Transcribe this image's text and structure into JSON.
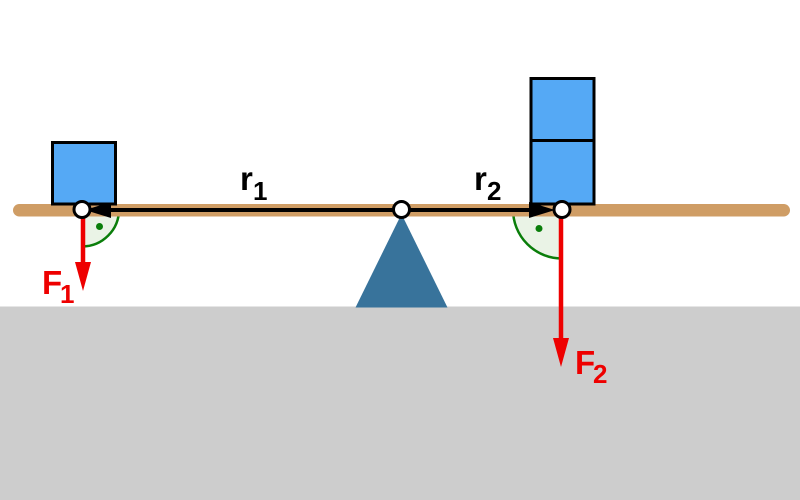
{
  "diagram": {
    "description": "Lever torque diagram with fulcrum, beam, two loads and force arrows",
    "labels": {
      "r1": {
        "base": "r",
        "sub": "1"
      },
      "r2": {
        "base": "r",
        "sub": "2"
      },
      "F1": {
        "base": "F",
        "sub": "1"
      },
      "F2": {
        "base": "F",
        "sub": "2"
      }
    },
    "colors": {
      "background": "#ffffff",
      "ground": "#cdcdcd",
      "beam": "#cf9d65",
      "block": "#55a9f5",
      "fulcrum": "#38739b",
      "force_arrow": "#ee0000",
      "lever_arm_arrow": "#000000",
      "angle_fill": "#eaf3e6",
      "angle_stroke": "#0a7e0a",
      "angle_dot": "#0a7e0a",
      "pivot_fill": "#ffffff",
      "outline": "#000000"
    }
  }
}
